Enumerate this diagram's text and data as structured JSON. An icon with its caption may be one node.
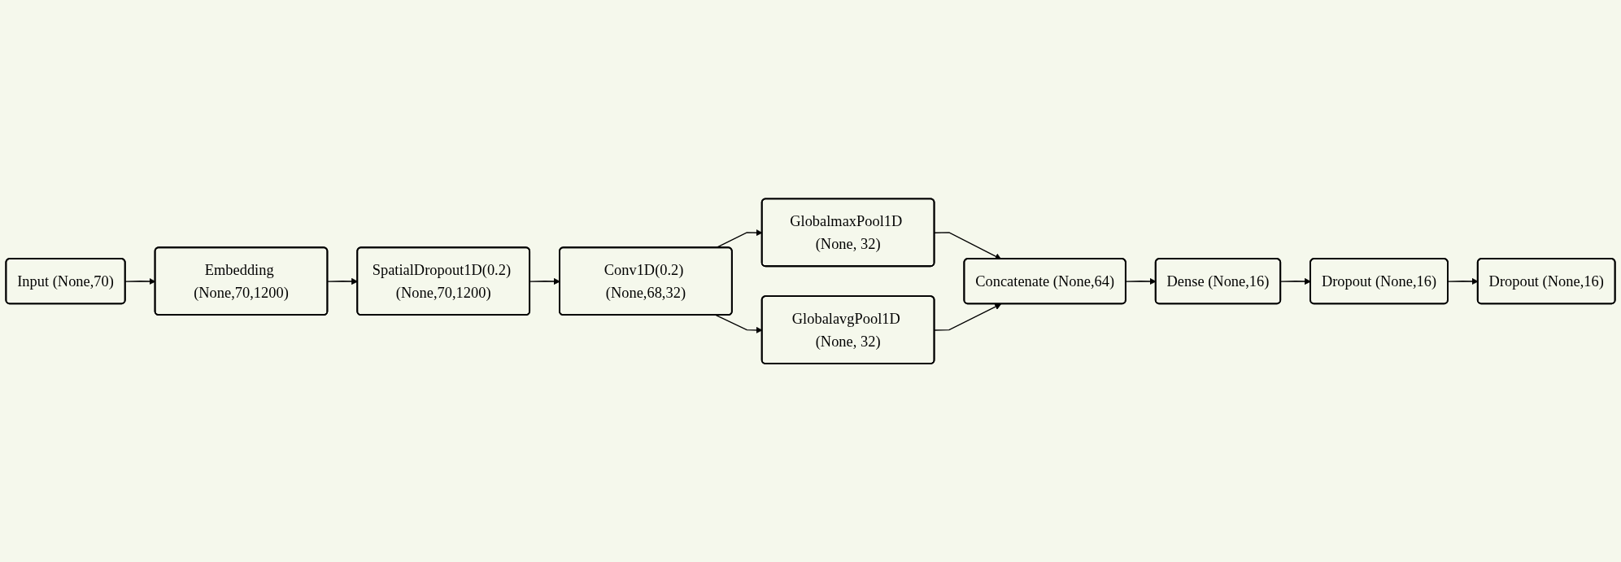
{
  "diagram": {
    "nodes": [
      {
        "text": [
          "Input (None,70)"
        ]
      },
      {
        "text": [
          "Embedding (None,70,1200)"
        ]
      },
      {
        "text": [
          "SpatialDropout1D(0.2) (None,70,1200)"
        ]
      },
      {
        "text": [
          "Conv1D(0.2) (None,68,32)"
        ]
      },
      {
        "text": [
          "GlobalmaxPool1D (None, 32)"
        ]
      },
      {
        "text": [
          "GlobalavgPool1D (None, 32)"
        ]
      },
      {
        "text": [
          "Concatenate (None,64)"
        ]
      },
      {
        "text": [
          "Dense (None,16)"
        ]
      },
      {
        "text": [
          "Dropout (None,16)"
        ]
      },
      {
        "text": [
          "Dropout (None,16)"
        ]
      }
    ],
    "edges": [
      {
        "from": 0,
        "to": 1,
        "arrow": "to"
      },
      {
        "from": 1,
        "to": 2,
        "arrow": "to"
      },
      {
        "from": 2,
        "to": 3,
        "arrow": "to"
      },
      {
        "from": 3,
        "to": 4,
        "arrow": "to"
      },
      {
        "from": 3,
        "to": 5,
        "arrow": "to"
      },
      {
        "from": 4,
        "to": 6,
        "arrow": "to"
      },
      {
        "from": 5,
        "to": 6,
        "arrow": "to"
      },
      {
        "from": 6,
        "to": 7,
        "arrow": "to"
      },
      {
        "from": 7,
        "to": 8,
        "arrow": "to"
      },
      {
        "from": 8,
        "to": 9,
        "arrow": "to"
      }
    ]
  }
}
